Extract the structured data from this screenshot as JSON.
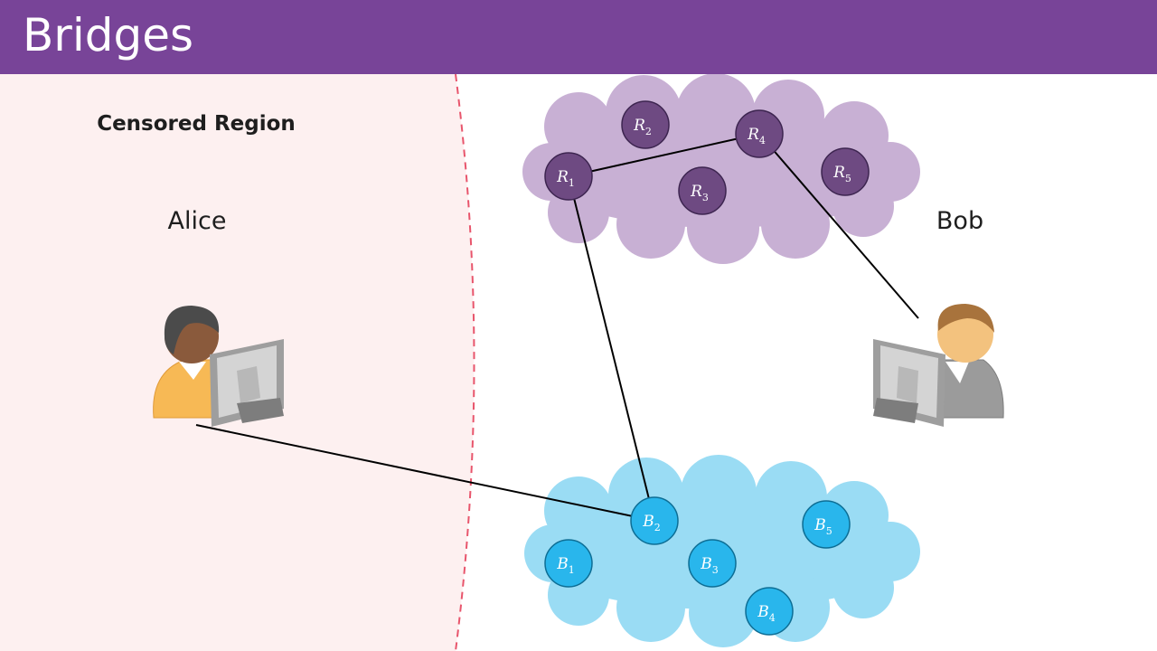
{
  "slide": {
    "title": "Bridges"
  },
  "diagram": {
    "region_label": "Censored Region",
    "colors": {
      "header": "#784498",
      "censored_region": "#fdf0f0",
      "censor_border": "#e8556c",
      "relay_cloud": "#c8b0d4",
      "relay_node": "#6e4a82",
      "bridge_cloud": "#9adcf4",
      "bridge_node": "#29b6ec"
    },
    "people": [
      {
        "id": "alice",
        "name": "Alice"
      },
      {
        "id": "bob",
        "name": "Bob"
      }
    ],
    "relays": [
      {
        "id": "R1",
        "letter": "R",
        "sub": "1"
      },
      {
        "id": "R2",
        "letter": "R",
        "sub": "2"
      },
      {
        "id": "R3",
        "letter": "R",
        "sub": "3"
      },
      {
        "id": "R4",
        "letter": "R",
        "sub": "4"
      },
      {
        "id": "R5",
        "letter": "R",
        "sub": "5"
      }
    ],
    "bridges": [
      {
        "id": "B1",
        "letter": "B",
        "sub": "1"
      },
      {
        "id": "B2",
        "letter": "B",
        "sub": "2"
      },
      {
        "id": "B3",
        "letter": "B",
        "sub": "3"
      },
      {
        "id": "B4",
        "letter": "B",
        "sub": "4"
      },
      {
        "id": "B5",
        "letter": "B",
        "sub": "5"
      }
    ],
    "connections": [
      {
        "from": "alice",
        "to": "B2"
      },
      {
        "from": "B2",
        "to": "R1"
      },
      {
        "from": "R1",
        "to": "R4"
      },
      {
        "from": "R4",
        "to": "bob"
      }
    ]
  }
}
